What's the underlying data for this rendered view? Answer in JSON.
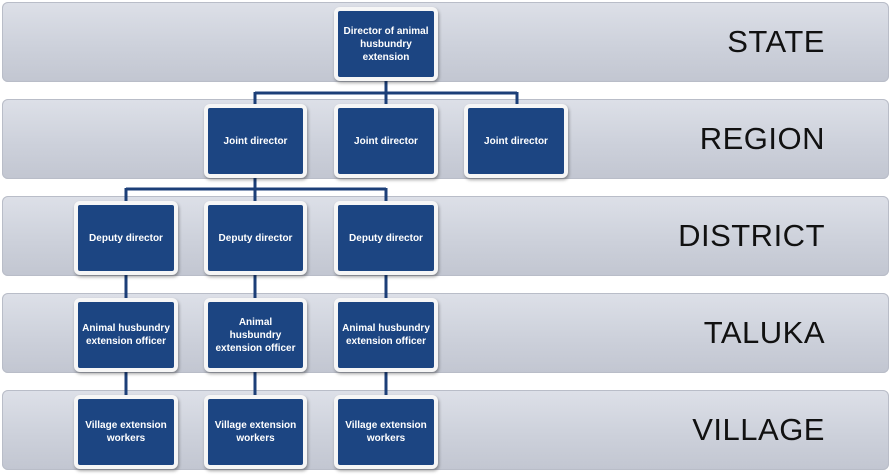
{
  "levels": {
    "state": "STATE",
    "region": "REGION",
    "district": "DISTRICT",
    "taluka": "TALUKA",
    "village": "VILLAGE"
  },
  "nodes": {
    "director": "Director of animal husbundry extension",
    "joint_directors": [
      "Joint director",
      "Joint director",
      "Joint director"
    ],
    "deputy_directors": [
      "Deputy director",
      "Deputy director",
      "Deputy director"
    ],
    "extension_officers": [
      "Animal husbundry extension officer",
      "Animal husbundry extension officer",
      "Animal husbundry extension officer"
    ],
    "village_workers": [
      "Village extension workers",
      "Village extension workers",
      "Village extension workers"
    ]
  },
  "colors": {
    "node_fill": "#1c4582",
    "node_border": "#f6f6f6",
    "connector": "#1c3f78",
    "band": "#cdd1db"
  }
}
